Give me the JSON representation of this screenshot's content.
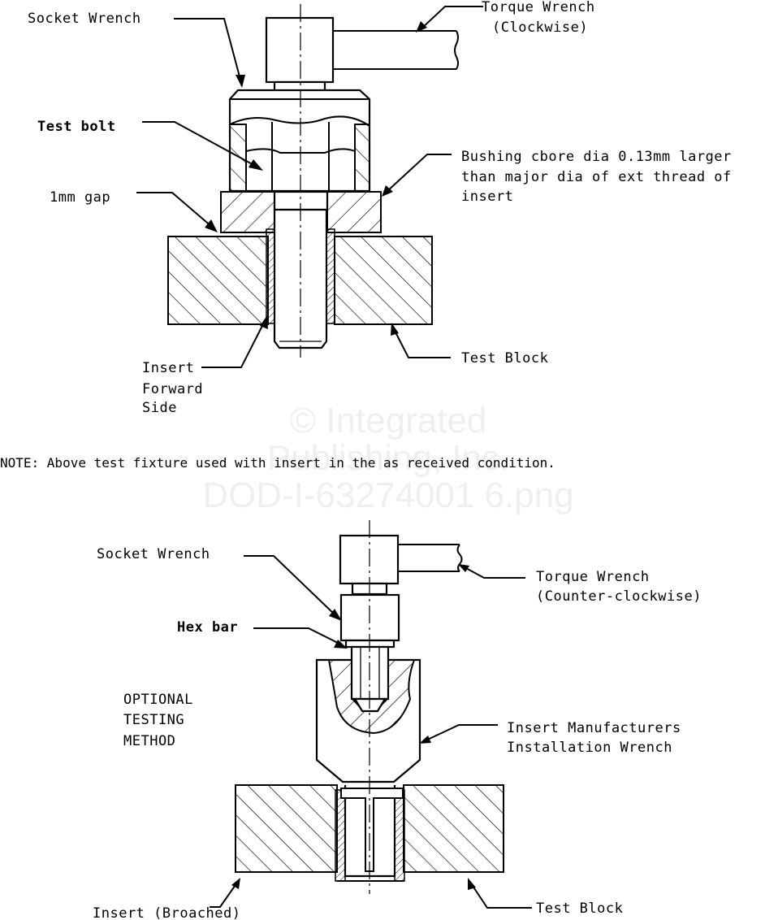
{
  "document_id_watermark": {
    "line1": "© Integrated",
    "line2": "Publishing, Inc.",
    "line3": "DOD-I-63274001 6.png"
  },
  "figure_top": {
    "labels": {
      "socket_wrench": "Socket Wrench",
      "torque_wrench_line1": "Torque Wrench",
      "torque_wrench_line2": "(Clockwise)",
      "test_bolt": "Test  bolt",
      "bushing_line1": "Bushing cbore dia 0.13mm larger",
      "bushing_line2": "than major dia of ext thread of",
      "bushing_line3": "insert",
      "gap": "1mm gap",
      "insert_line1": "Insert",
      "insert_line2": "Forward",
      "insert_line3": "Side",
      "test_block": "Test Block"
    }
  },
  "note": "NOTE:  Above test fixture used with insert in the as received condition.",
  "figure_bottom": {
    "labels": {
      "socket_wrench": "Socket Wrench",
      "torque_wrench_line1": "Torque Wrench",
      "torque_wrench_line2": "(Counter-clockwise)",
      "hex_bar": "Hex bar",
      "optional_line1": "OPTIONAL",
      "optional_line2": "TESTING",
      "optional_line3": "METHOD",
      "install_wrench_line1": "Insert Manufacturers",
      "install_wrench_line2": "Installation Wrench",
      "insert_broached": "Insert (Broached)",
      "test_block": "Test Block"
    }
  }
}
